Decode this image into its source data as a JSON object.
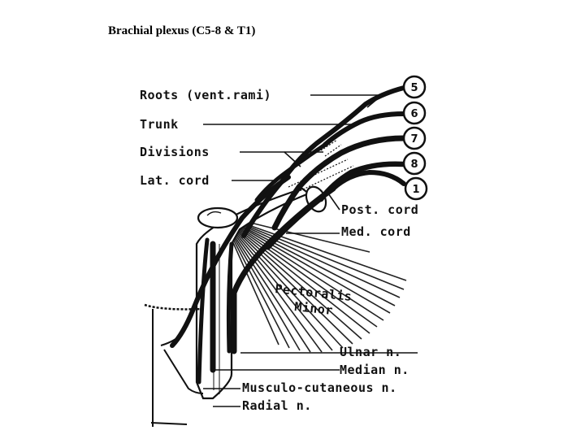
{
  "title": "Brachial plexus (C5-8 & T1)",
  "labels": {
    "roots": "Roots (vent.rami)",
    "trunk": "Trunk",
    "divisions": "Divisions",
    "lat_cord": "Lat. cord",
    "post_cord": "Post. cord",
    "med_cord": "Med. cord",
    "pectoralis": "Pectoralis",
    "minor": "Minor",
    "ulnar": "Ulnar n.",
    "median": "Median n.",
    "musculo": "Musculo-cutaneous n.",
    "radial": "Radial n."
  },
  "nerve_roots": [
    "5",
    "6",
    "7",
    "8",
    "1"
  ],
  "colors": {
    "ink": "#111111",
    "background": "#ffffff"
  }
}
